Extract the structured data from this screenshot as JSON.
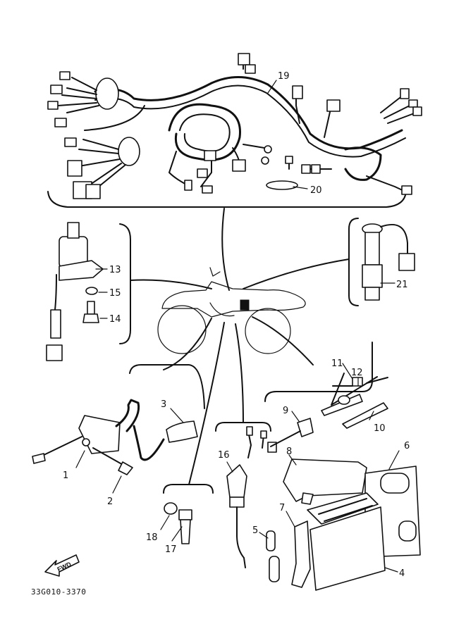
{
  "callouts": {
    "c1": "1",
    "c2": "2",
    "c3": "3",
    "c4": "4",
    "c5": "5",
    "c6": "6",
    "c7": "7",
    "c8": "8",
    "c9": "9",
    "c10": "10",
    "c11": "11",
    "c12": "12",
    "c13": "13",
    "c14": "14",
    "c15": "15",
    "c16": "16",
    "c17": "17",
    "c18": "18",
    "c19": "19",
    "c20": "20",
    "c21": "21"
  },
  "fwd_label": "FWD",
  "diagram_code": "33G010-3370"
}
